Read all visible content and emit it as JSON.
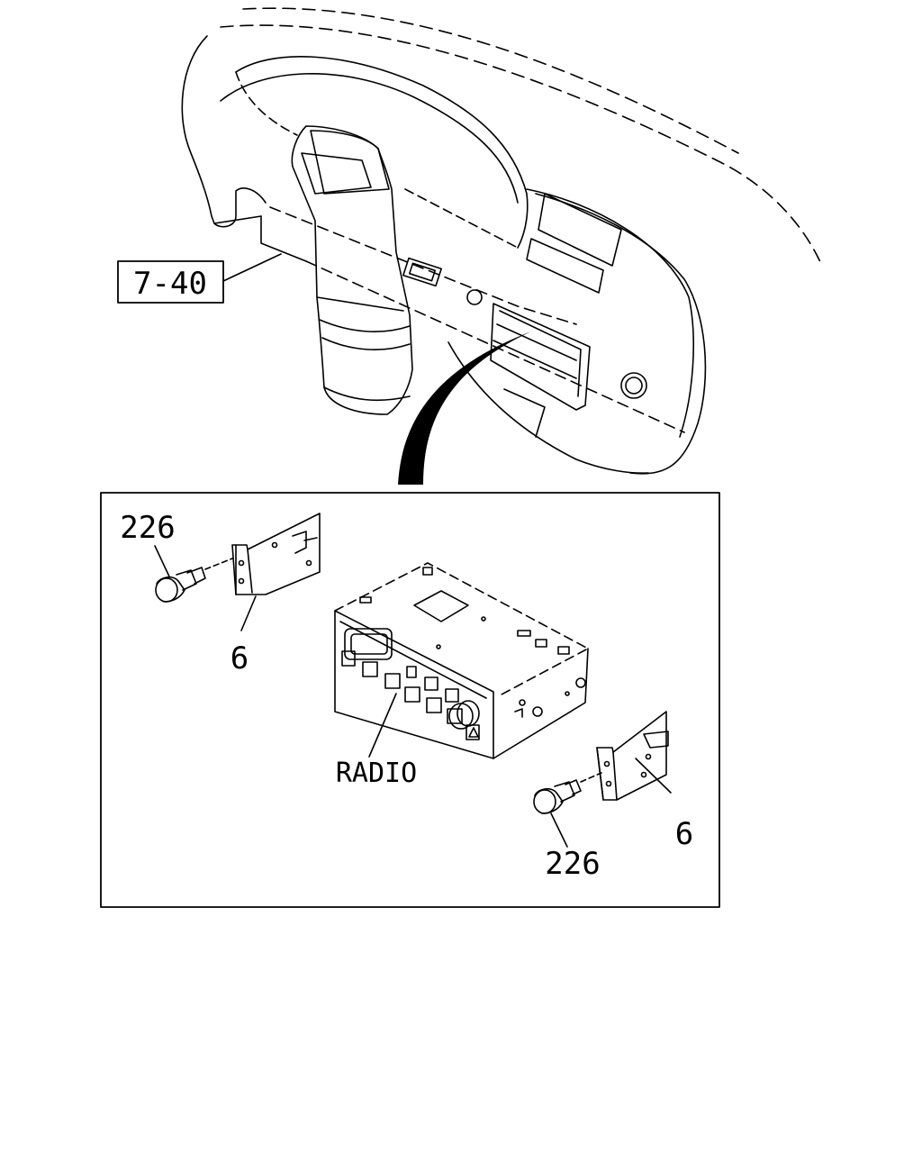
{
  "labels": {
    "ref_box": "7-40",
    "part_226_top": "226",
    "part_6_top": "6",
    "radio": "RADIO",
    "part_6_bottom": "6",
    "part_226_bottom": "226"
  }
}
